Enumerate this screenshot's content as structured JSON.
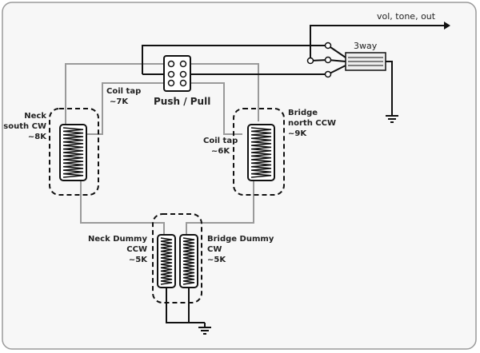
{
  "output_label": "vol, tone, out",
  "switch_label": "3way",
  "pushpull_label": "Push / Pull",
  "neck": {
    "name": "Neck",
    "sub": "south CW",
    "val": "~8K"
  },
  "neck_tap": {
    "name": "Coil tap",
    "val": "~7K"
  },
  "bridge": {
    "name": "Bridge",
    "sub": "north CCW",
    "val": "~9K"
  },
  "bridge_tap": {
    "name": "Coil tap",
    "val": "~6K"
  },
  "neck_dummy": {
    "name": "Neck Dummy",
    "sub": "CCW",
    "val": "~5K"
  },
  "bridge_dummy": {
    "name": "Bridge Dummy",
    "sub": "CW",
    "val": "~5K"
  },
  "colors": {
    "wire_gray": "#999999",
    "wire_black": "#111111",
    "frame_fill": "#f5f5f5",
    "switch_fill": "#eeeeee"
  }
}
